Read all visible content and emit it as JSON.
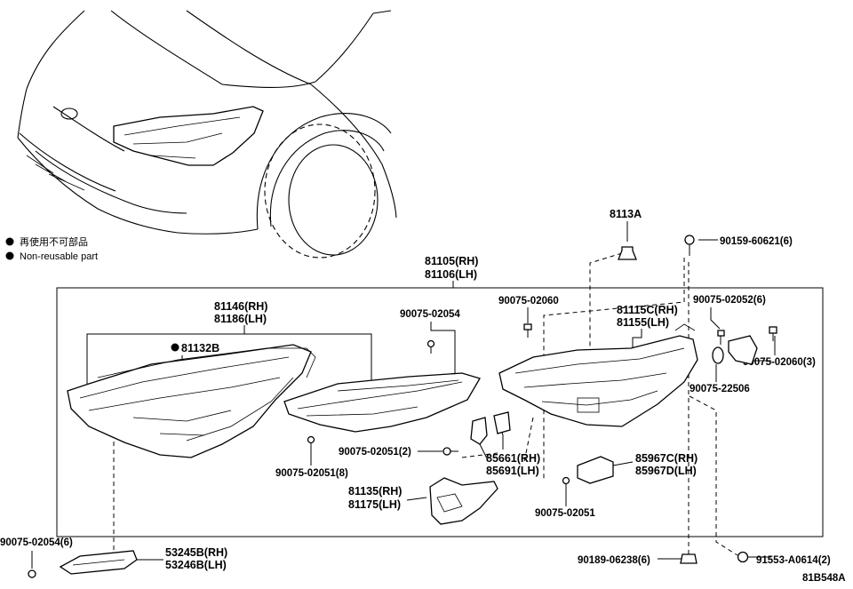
{
  "legend": {
    "jp": "再使用不可部品",
    "en": "Non-reusable part"
  },
  "labels": {
    "p8113A": "8113A",
    "p90159": "90159-60621(6)",
    "p81105": "81105(RH)",
    "p81106": "81106(LH)",
    "p81146": "81146(RH)",
    "p81186": "81186(LH)",
    "p81132B": "81132B",
    "p90075_02054": "90075-02054",
    "p90075_02060": "90075-02060",
    "p81115C": "81115C(RH)",
    "p81155": "81155(LH)",
    "p90075_02052": "90075-02052(6)",
    "p90075_02060_3": "90075-02060(3)",
    "p90075_22506": "90075-22506",
    "p90075_02051_2": "90075-02051(2)",
    "p85661": "85661(RH)",
    "p85691": "85691(LH)",
    "p90075_02051_8": "90075-02051(8)",
    "p85967C": "85967C(RH)",
    "p85967D": "85967D(LH)",
    "p81135": "81135(RH)",
    "p81175": "81175(LH)",
    "p90075_02051": "90075-02051",
    "p90075_02054_6": "90075-02054(6)",
    "p53245B": "53245B(RH)",
    "p53246B": "53246B(LH)",
    "p90189": "90189-06238(6)",
    "p91553": "91553-A0614(2)",
    "diagramCode": "81B548A"
  }
}
